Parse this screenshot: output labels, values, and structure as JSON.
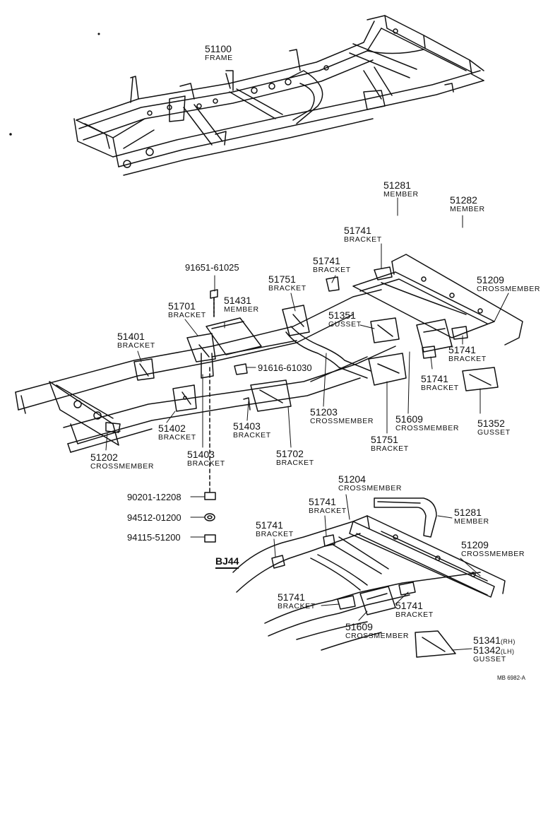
{
  "parts": {
    "frame": {
      "number": "51100",
      "name": "FRAME"
    },
    "member_51281_top": {
      "number": "51281",
      "name": "MEMBER"
    },
    "member_51282": {
      "number": "51282",
      "name": "MEMBER"
    },
    "bracket_51741_a": {
      "number": "51741",
      "name": "BRACKET"
    },
    "bracket_51741_b": {
      "number": "51741",
      "name": "BRACKET"
    },
    "crossmember_51209_top": {
      "number": "51209",
      "name": "CROSSMEMBER"
    },
    "bracket_51751_top": {
      "number": "51751",
      "name": "BRACKET"
    },
    "bracket_51701": {
      "number": "51701",
      "name": "BRACKET"
    },
    "member_51431": {
      "number": "51431",
      "name": "MEMBER"
    },
    "gusset_51351": {
      "number": "51351",
      "name": "GUSSET"
    },
    "bracket_51401": {
      "number": "51401",
      "name": "BRACKET"
    },
    "bracket_51741_c": {
      "number": "51741",
      "name": "BRACKET"
    },
    "bracket_51741_d": {
      "number": "51741",
      "name": "BRACKET"
    },
    "gusset_51352": {
      "number": "51352",
      "name": "GUSSET"
    },
    "crossmember_51203": {
      "number": "51203",
      "name": "CROSSMEMBER"
    },
    "crossmember_51609_top": {
      "number": "51609",
      "name": "CROSSMEMBER"
    },
    "bracket_51751_bottom": {
      "number": "51751",
      "name": "BRACKET"
    },
    "bracket_51402": {
      "number": "51402",
      "name": "BRACKET"
    },
    "bracket_51403_a": {
      "number": "51403",
      "name": "BRACKET"
    },
    "bracket_51403_b": {
      "number": "51403",
      "name": "BRACKET"
    },
    "bracket_51702": {
      "number": "51702",
      "name": "BRACKET"
    },
    "crossmember_51202": {
      "number": "51202",
      "name": "CROSSMEMBER"
    },
    "crossmember_51204": {
      "number": "51204",
      "name": "CROSSMEMBER"
    },
    "bracket_51741_e": {
      "number": "51741",
      "name": "BRACKET"
    },
    "bracket_51741_f": {
      "number": "51741",
      "name": "BRACKET"
    },
    "member_51281_bottom": {
      "number": "51281",
      "name": "MEMBER"
    },
    "crossmember_51209_bottom": {
      "number": "51209",
      "name": "CROSSMEMBER"
    },
    "bracket_51741_g": {
      "number": "51741",
      "name": "BRACKET"
    },
    "bracket_51741_h": {
      "number": "51741",
      "name": "BRACKET"
    },
    "crossmember_51609_bottom": {
      "number": "51609",
      "name": "CROSSMEMBER"
    },
    "gusset_51341_51342": {
      "number_rh": "51341",
      "suffix_rh": "(RH)",
      "number_lh": "51342",
      "suffix_lh": "(LH)",
      "name": "GUSSET"
    }
  },
  "fasteners": {
    "bolt_91651": "91651-61025",
    "fastener_91616": "91616-61030",
    "nut_90201": "90201-12208",
    "washer_94512": "94512-01200",
    "nut_94115": "94115-51200"
  },
  "model_label": "BJ44",
  "doc_code": "MB  6982-A"
}
